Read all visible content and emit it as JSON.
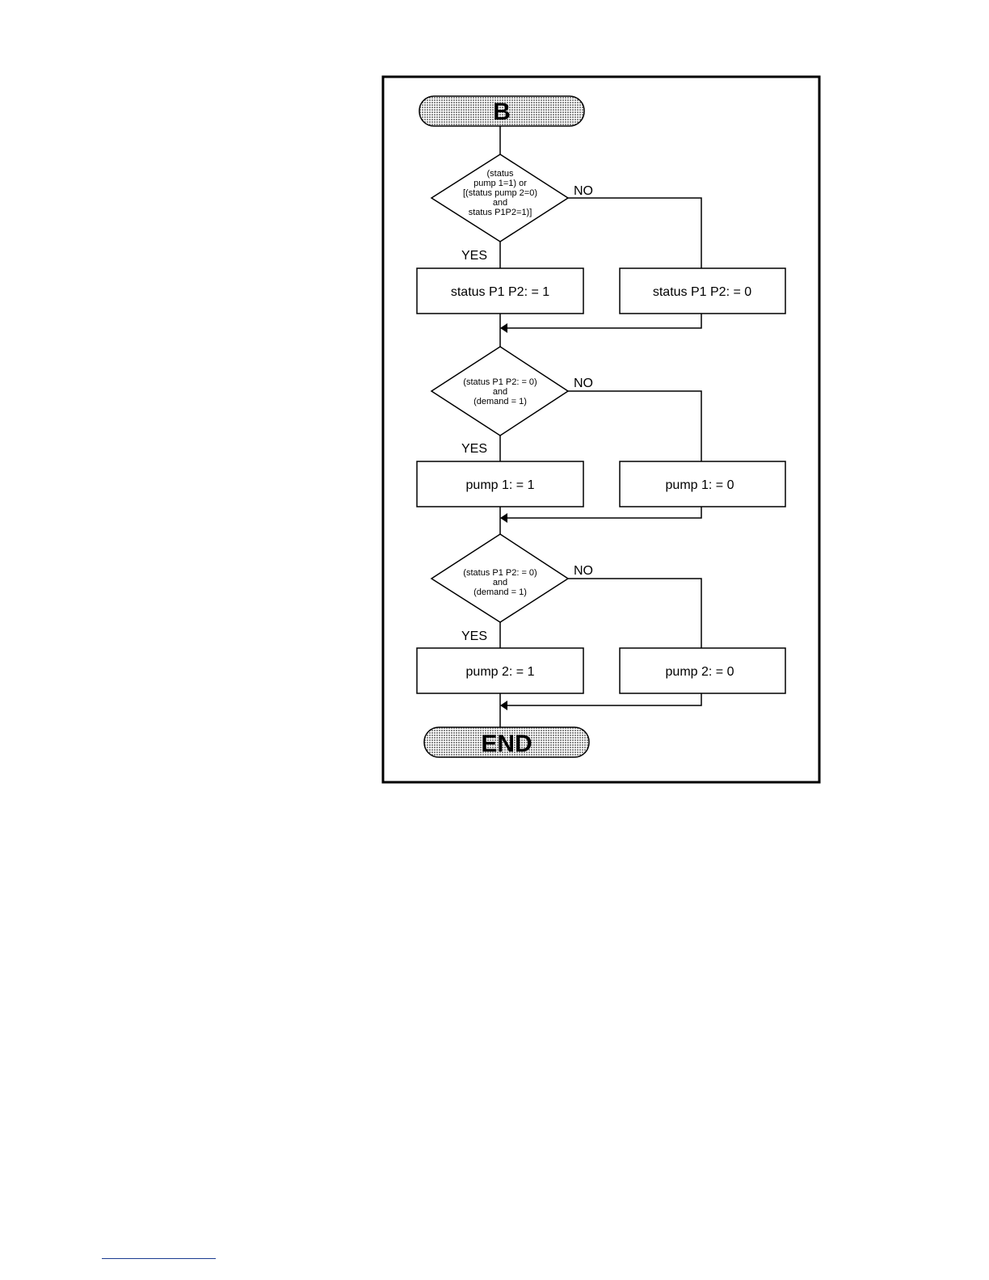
{
  "colors": {
    "stroke": "#000000",
    "terminal_fill": "#bdbdbd",
    "footnote_rule": "#1a3a8f"
  },
  "diagram": {
    "start_label": "B",
    "end_label": "END",
    "decision1": {
      "lines": [
        "(status",
        "pump 1=1) or",
        "[(status pump 2=0)",
        "and",
        "status P1P2=1)]"
      ],
      "yes_label": "YES",
      "no_label": "NO",
      "yes_box": "status P1 P2: = 1",
      "no_box": "status P1 P2: = 0"
    },
    "decision2": {
      "lines": [
        "(status P1 P2: = 0)",
        "and",
        "(demand = 1)"
      ],
      "yes_label": "YES",
      "no_label": "NO",
      "yes_box": "pump 1: = 1",
      "no_box": "pump 1: = 0"
    },
    "decision3": {
      "lines": [
        "(status P1 P2: = 0)",
        "and",
        "(demand = 1)"
      ],
      "yes_label": "YES",
      "no_label": "NO",
      "yes_box": "pump 2: = 1",
      "no_box": "pump 2: = 0"
    }
  }
}
